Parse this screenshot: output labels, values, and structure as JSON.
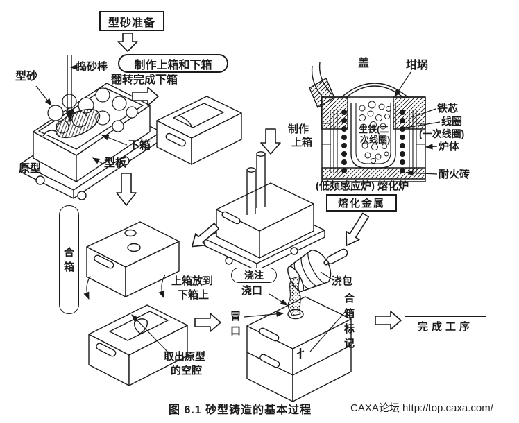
{
  "ink": "#1a1a1a",
  "figure": {
    "caption": "图 6.1  砂型铸造的基本过程",
    "credit": "CAXA论坛 http://top.caxa.com/"
  },
  "steps": {
    "prepare_sand": "型砂准备",
    "make_flasks": "制作上箱和下箱",
    "flip_complete": "翻转完成下箱",
    "make_upper_1": "制作",
    "make_upper_2": "上箱",
    "assemble": "合箱",
    "place_upper_1": "上箱放到",
    "place_upper_2": "下箱上",
    "pouring": "浇注",
    "melt_metal": "熔化金属",
    "finish": "完成工序"
  },
  "labels": {
    "ramming_rod": "捣砂棒",
    "molding_sand": "型砂",
    "lower_flask": "下箱",
    "pattern_plate": "型板",
    "prototype": "原型",
    "cavity_1": "取出原型",
    "cavity_2": "的空腔",
    "sprue": "浇口",
    "riser": "冒口",
    "ladle": "浇包",
    "flask_mark": "合箱标记"
  },
  "furnace": {
    "lid": "盖",
    "crucible": "坩埚",
    "iron_core": "铁芯",
    "coil": "线圈",
    "primary_coil": "(一次线圈)",
    "body": "炉体",
    "firebrick": "耐火砖",
    "pig_iron_1": "生铁(二",
    "pig_iron_2": "次线圈)",
    "type": "(低频感应炉) 熔化炉"
  }
}
